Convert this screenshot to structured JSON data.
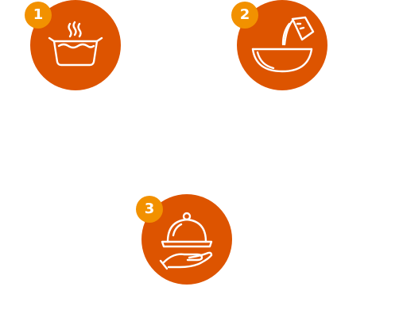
{
  "colors": {
    "accent": "#dd5400",
    "badge": "#f29100",
    "icon_stroke": "#ffffff"
  },
  "steps": [
    {
      "number": "1",
      "icon": "steaming-pot-icon"
    },
    {
      "number": "2",
      "icon": "pour-into-bowl-icon"
    },
    {
      "number": "3",
      "icon": "serving-cloche-icon"
    }
  ]
}
